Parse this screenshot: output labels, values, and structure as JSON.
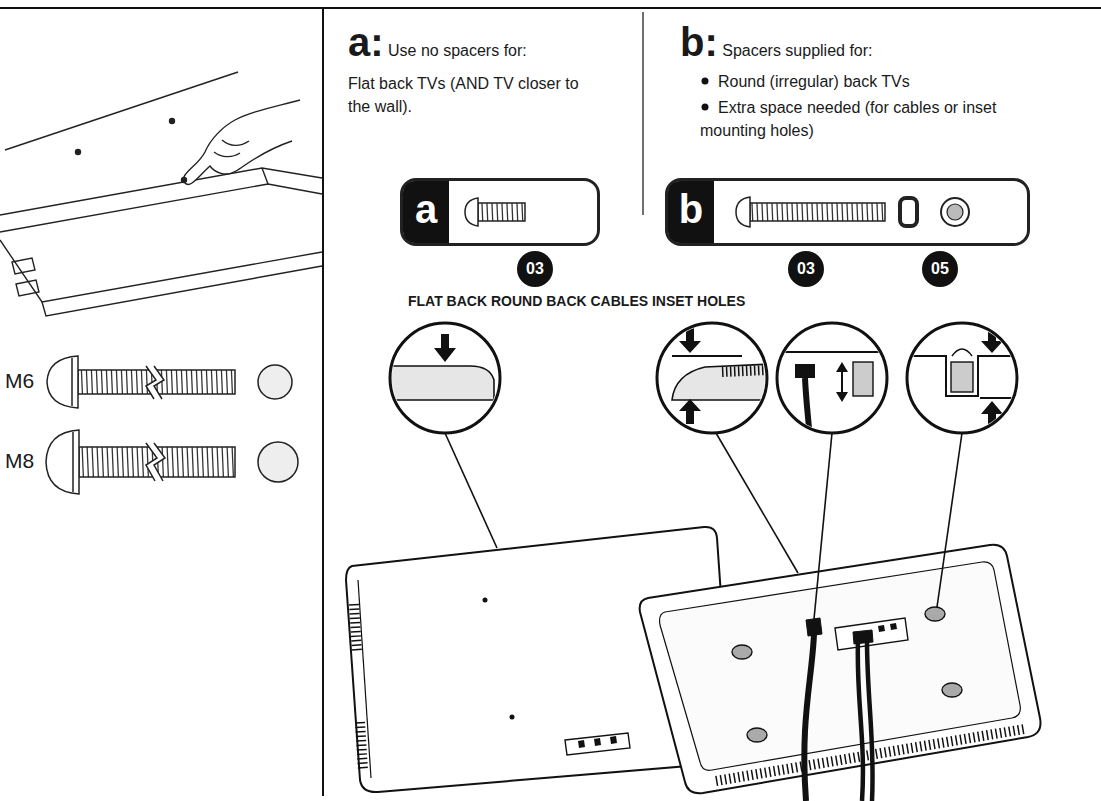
{
  "diagram": {
    "nodes": [
      {
        "text": [
          "a"
        ]
      },
      {
        "text": [
          "03"
        ],
        "in": 0
      },
      {
        "text": [
          "b"
        ]
      },
      {
        "text": [
          "03"
        ],
        "in": 2
      },
      {
        "text": [
          "05"
        ],
        "in": 2
      }
    ],
    "labels": [
      "a: Use no spacers for:",
      "Flat back TVs (AND TV closer to the wall).",
      "b: Spacers supplied for:",
      "Round (irregular) back TVs",
      "Extra space needed (for cables or inset mounting holes)",
      "FLAT BACK ROUND BACK CABLES INSET HOLES",
      "M6",
      "M8"
    ]
  }
}
